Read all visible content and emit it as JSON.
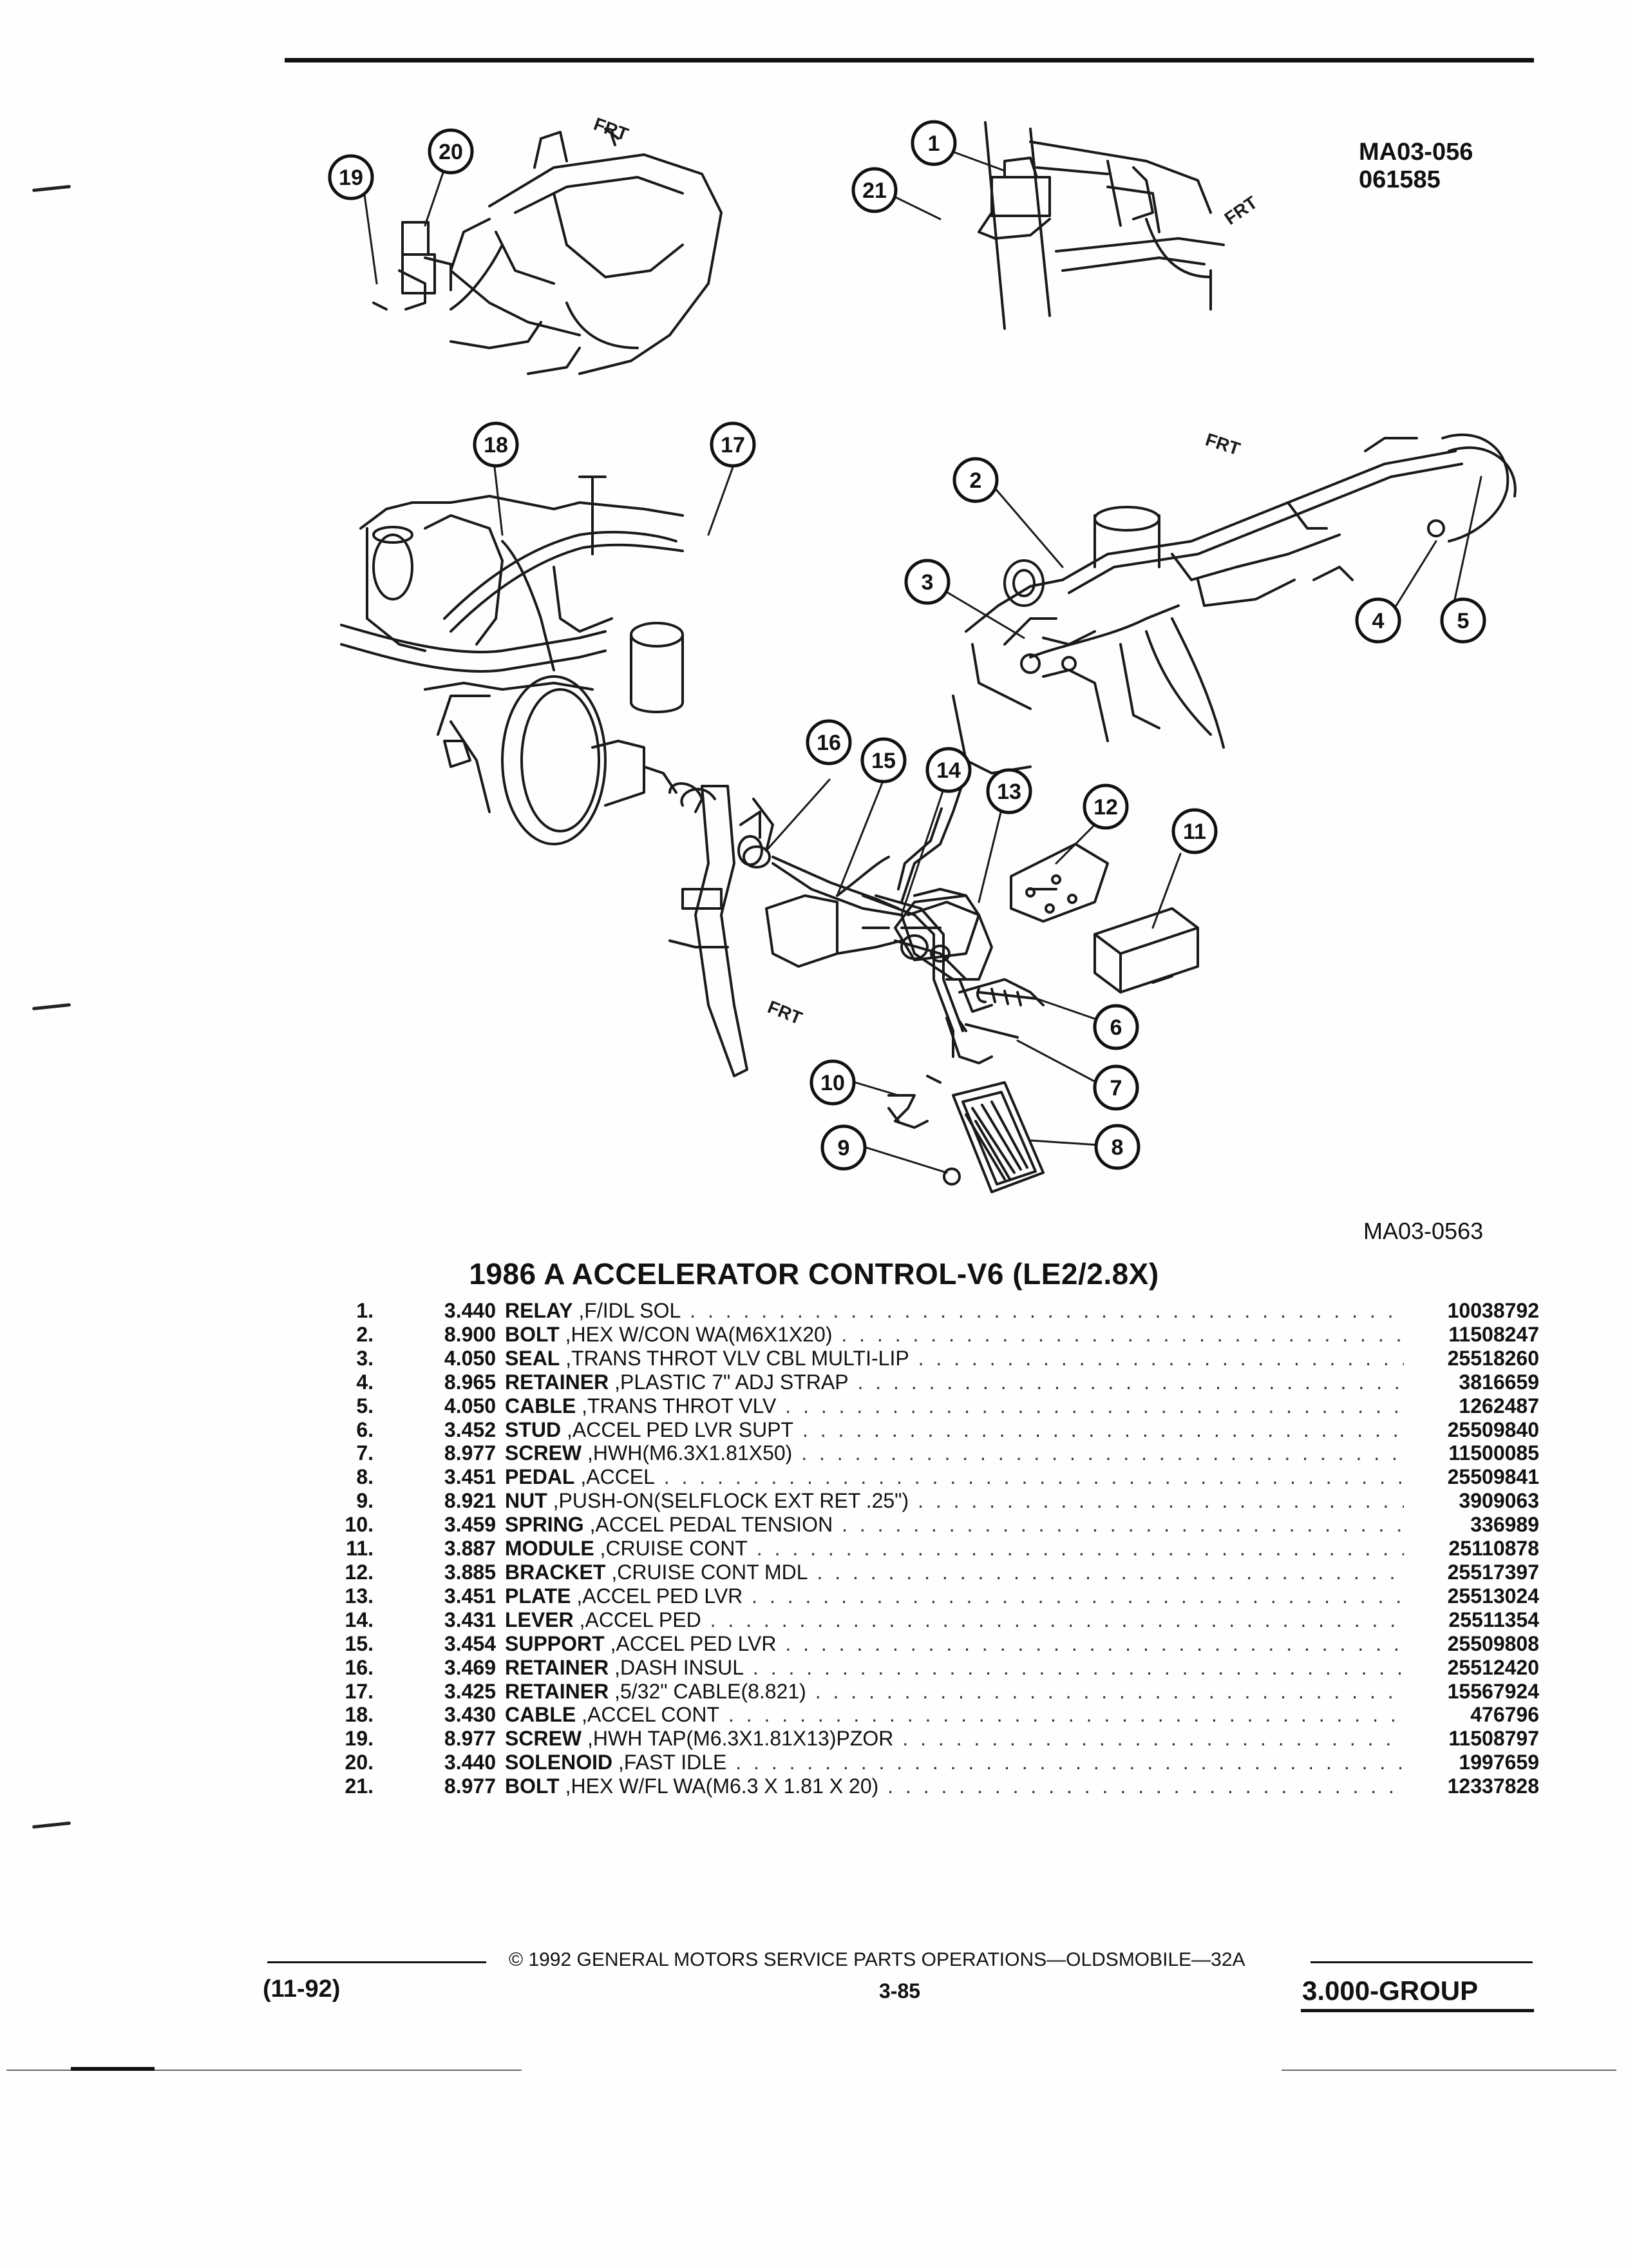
{
  "header": {
    "code_top_1": "MA03-056",
    "code_top_2": "061585",
    "code_bottom": "MA03-0563"
  },
  "diagram": {
    "frt_label": "FRT",
    "callouts": [
      "1",
      "2",
      "3",
      "4",
      "5",
      "6",
      "7",
      "8",
      "9",
      "10",
      "11",
      "12",
      "13",
      "14",
      "15",
      "16",
      "17",
      "18",
      "19",
      "20",
      "21"
    ]
  },
  "parts_list": {
    "title": "1986 A ACCELERATOR CONTROL-V6 (LE2/2.8X)",
    "items": [
      {
        "no": "1.",
        "group": "3.440",
        "name": "RELAY",
        "detail": ",F/IDL SOL",
        "part": "10038792"
      },
      {
        "no": "2.",
        "group": "8.900",
        "name": "BOLT",
        "detail": ",HEX W/CON WA(M6X1X20)",
        "part": "11508247"
      },
      {
        "no": "3.",
        "group": "4.050",
        "name": "SEAL",
        "detail": ",TRANS THROT VLV CBL MULTI-LIP",
        "part": "25518260"
      },
      {
        "no": "4.",
        "group": "8.965",
        "name": "RETAINER",
        "detail": ",PLASTIC 7\" ADJ STRAP",
        "part": "3816659"
      },
      {
        "no": "5.",
        "group": "4.050",
        "name": "CABLE",
        "detail": ",TRANS THROT VLV",
        "part": "1262487"
      },
      {
        "no": "6.",
        "group": "3.452",
        "name": "STUD",
        "detail": ",ACCEL PED LVR SUPT",
        "part": "25509840"
      },
      {
        "no": "7.",
        "group": "8.977",
        "name": "SCREW",
        "detail": ",HWH(M6.3X1.81X50)",
        "part": "11500085"
      },
      {
        "no": "8.",
        "group": "3.451",
        "name": "PEDAL",
        "detail": ",ACCEL",
        "part": "25509841"
      },
      {
        "no": "9.",
        "group": "8.921",
        "name": "NUT",
        "detail": ",PUSH-ON(SELFLOCK EXT RET .25\")",
        "part": "3909063"
      },
      {
        "no": "10.",
        "group": "3.459",
        "name": "SPRING",
        "detail": ",ACCEL PEDAL TENSION",
        "part": "336989"
      },
      {
        "no": "11.",
        "group": "3.887",
        "name": "MODULE",
        "detail": ",CRUISE CONT",
        "part": "25110878"
      },
      {
        "no": "12.",
        "group": "3.885",
        "name": "BRACKET",
        "detail": ",CRUISE CONT MDL",
        "part": "25517397"
      },
      {
        "no": "13.",
        "group": "3.451",
        "name": "PLATE",
        "detail": ",ACCEL PED LVR",
        "part": "25513024"
      },
      {
        "no": "14.",
        "group": "3.431",
        "name": "LEVER",
        "detail": ",ACCEL PED",
        "part": "25511354"
      },
      {
        "no": "15.",
        "group": "3.454",
        "name": "SUPPORT",
        "detail": ",ACCEL PED LVR",
        "part": "25509808"
      },
      {
        "no": "16.",
        "group": "3.469",
        "name": "RETAINER",
        "detail": ",DASH INSUL",
        "part": "25512420"
      },
      {
        "no": "17.",
        "group": "3.425",
        "name": "RETAINER",
        "detail": ",5/32\" CABLE(8.821)",
        "part": "15567924"
      },
      {
        "no": "18.",
        "group": "3.430",
        "name": "CABLE",
        "detail": ",ACCEL CONT",
        "part": "476796"
      },
      {
        "no": "19.",
        "group": "8.977",
        "name": "SCREW",
        "detail": ",HWH TAP(M6.3X1.81X13)PZOR",
        "part": "11508797"
      },
      {
        "no": "20.",
        "group": "3.440",
        "name": "SOLENOID",
        "detail": ",FAST IDLE",
        "part": "1997659"
      },
      {
        "no": "21.",
        "group": "8.977",
        "name": "BOLT",
        "detail": ",HEX W/FL WA(M6.3 X 1.81 X 20)",
        "part": "12337828"
      }
    ]
  },
  "footer": {
    "copyright": "© 1992 GENERAL MOTORS SERVICE PARTS OPERATIONS—OLDSMOBILE—32A",
    "date": "(11-92)",
    "page": "3-85",
    "group": "3.000-GROUP"
  }
}
